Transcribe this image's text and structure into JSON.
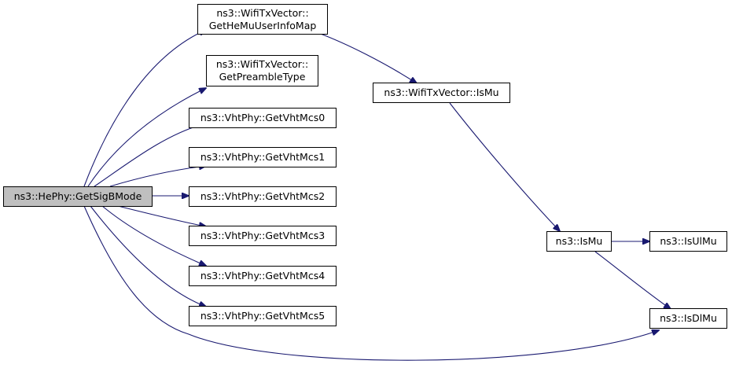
{
  "colors": {
    "edge": "#191970",
    "root_fill": "#bfbfbf",
    "node_fill": "#ffffff",
    "border": "#000000"
  },
  "nodes": {
    "root": {
      "label": "ns3::HePhy::GetSigBMode"
    },
    "getHeMuUserInfoMap": {
      "line1": "ns3::WifiTxVector::",
      "line2": "GetHeMuUserInfoMap"
    },
    "getPreambleType": {
      "line1": "ns3::WifiTxVector::",
      "line2": "GetPreambleType"
    },
    "getVhtMcs0": {
      "label": "ns3::VhtPhy::GetVhtMcs0"
    },
    "getVhtMcs1": {
      "label": "ns3::VhtPhy::GetVhtMcs1"
    },
    "getVhtMcs2": {
      "label": "ns3::VhtPhy::GetVhtMcs2"
    },
    "getVhtMcs3": {
      "label": "ns3::VhtPhy::GetVhtMcs3"
    },
    "getVhtMcs4": {
      "label": "ns3::VhtPhy::GetVhtMcs4"
    },
    "getVhtMcs5": {
      "label": "ns3::VhtPhy::GetVhtMcs5"
    },
    "wifiIsMu": {
      "label": "ns3::WifiTxVector::IsMu"
    },
    "isMu": {
      "label": "ns3::IsMu"
    },
    "isUlMu": {
      "label": "ns3::IsUlMu"
    },
    "isDlMu": {
      "label": "ns3::IsDlMu"
    }
  }
}
